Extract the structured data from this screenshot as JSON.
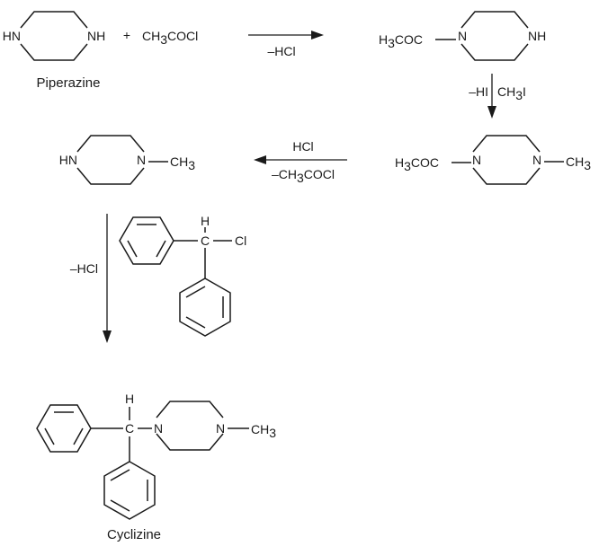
{
  "compounds": {
    "piperazine": {
      "left_atom": "HN",
      "right_atom": "NH",
      "caption": "Piperazine"
    },
    "acetyl_chloride": {
      "text_a": "CH",
      "sub": "3",
      "text_b": "COCl"
    },
    "acetylpiperazine": {
      "group_a": "H",
      "group_sub": "3",
      "group_b": "COC",
      "n_atom": "N",
      "nh_atom": "NH"
    },
    "acetyl_methylpiperazine": {
      "group_a": "H",
      "group_sub": "3",
      "group_b": "COC",
      "n_atom": "N",
      "methyl_atom": "N",
      "methyl_a": "CH",
      "methyl_sub": "3"
    },
    "methylpiperazine": {
      "nh_atom": "HN",
      "n_atom": "N",
      "methyl_a": "CH",
      "methyl_sub": "3"
    },
    "benzhydryl_chloride": {
      "h_atom": "H",
      "c_atom": "C",
      "cl_atom": "Cl"
    },
    "cyclizine": {
      "h_atom": "H",
      "c_atom": "C",
      "n_atom": "N",
      "methyl_atom": "N",
      "methyl_a": "CH",
      "methyl_sub": "3",
      "caption": "Cyclizine"
    }
  },
  "signs": {
    "plus": "+"
  },
  "reactions": {
    "step1": {
      "below": "–HCl"
    },
    "step2": {
      "left": "–HI",
      "right_a": "CH",
      "right_sub": "3",
      "right_b": "I"
    },
    "step3": {
      "above": "HCl",
      "below_a": "–CH",
      "below_sub": "3",
      "below_b": "COCl"
    },
    "step4": {
      "left": "–HCl"
    }
  }
}
